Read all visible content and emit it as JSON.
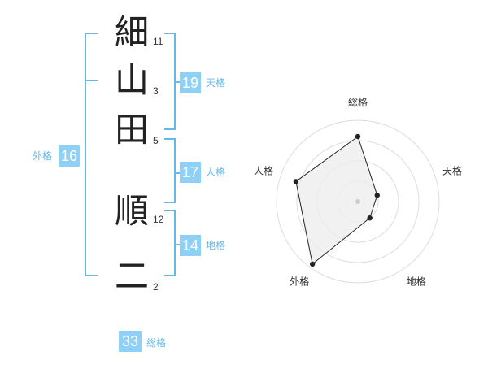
{
  "name": {
    "chars": [
      {
        "char": "細",
        "strokes": "11"
      },
      {
        "char": "山",
        "strokes": "3"
      },
      {
        "char": "田",
        "strokes": "5"
      },
      {
        "char": "順",
        "strokes": "12"
      },
      {
        "char": "二",
        "strokes": "2"
      }
    ]
  },
  "kakusu": {
    "tenkaku": {
      "value": "19",
      "label": "天格"
    },
    "jinkaku": {
      "value": "17",
      "label": "人格"
    },
    "chikaku": {
      "value": "14",
      "label": "地格"
    },
    "gaikaku": {
      "value": "16",
      "label": "外格"
    },
    "soukaku": {
      "value": "33",
      "label": "総格"
    }
  },
  "radar": {
    "axes": [
      "総格",
      "天格",
      "地格",
      "外格",
      "人格"
    ],
    "values": [
      0.8,
      0.25,
      0.25,
      0.95,
      0.8
    ],
    "rings": 4,
    "colors": {
      "fill": "#eeeeee",
      "stroke": "#222222",
      "grid": "#dddddd"
    }
  },
  "colors": {
    "accent": "#8fd0f7",
    "accent_text": "#62b9ea"
  }
}
